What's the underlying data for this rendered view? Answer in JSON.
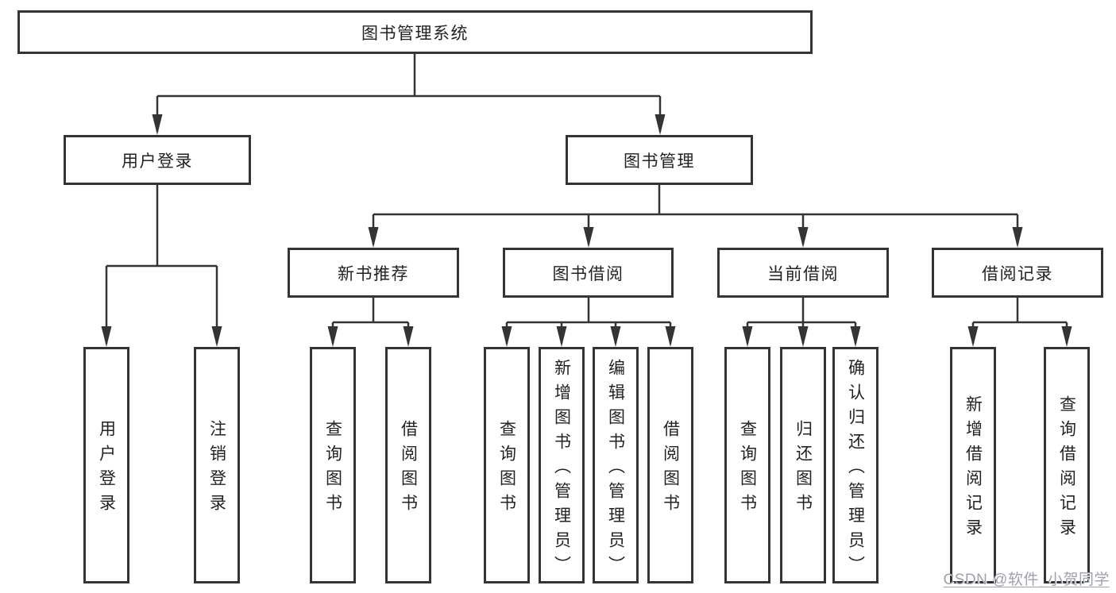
{
  "diagram": {
    "root": {
      "label": "图书管理系统"
    },
    "branches": [
      {
        "label": "用户登录",
        "children": [
          {
            "label": "用户登录"
          },
          {
            "label": "注销登录"
          }
        ]
      },
      {
        "label": "图书管理",
        "children": [
          {
            "label": "新书推荐",
            "children": [
              {
                "label": "查询图书"
              },
              {
                "label": "借阅图书"
              }
            ]
          },
          {
            "label": "图书借阅",
            "children": [
              {
                "label": "查询图书"
              },
              {
                "label": "新增图书（管理员）"
              },
              {
                "label": "编辑图书（管理员）"
              },
              {
                "label": "借阅图书"
              }
            ]
          },
          {
            "label": "当前借阅",
            "children": [
              {
                "label": "查询图书"
              },
              {
                "label": "归还图书"
              },
              {
                "label": "确认归还（管理员）"
              }
            ]
          },
          {
            "label": "借阅记录",
            "children": [
              {
                "label": "新增借阅记录"
              },
              {
                "label": "查询借阅记录"
              }
            ]
          }
        ]
      }
    ]
  },
  "watermark": {
    "text": "CSDN @软件_小贺同学"
  },
  "colors": {
    "line": "#343434",
    "box_border": "#343434",
    "text": "#222222",
    "background": "#ffffff",
    "watermark": "#9fa2aa"
  }
}
